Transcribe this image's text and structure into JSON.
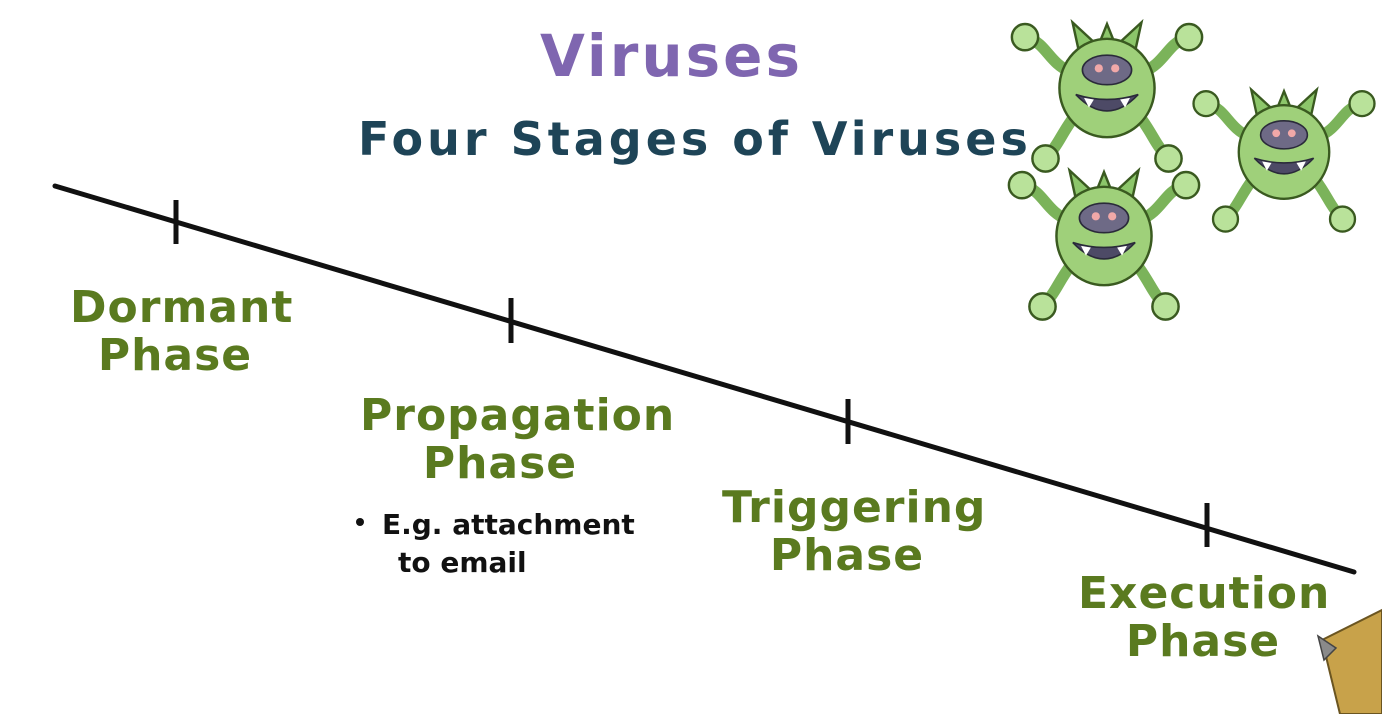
{
  "title": "Viruses",
  "subtitle": "Four Stages of Viruses",
  "phases": [
    {
      "line1": "Dormant",
      "line2": "Phase"
    },
    {
      "line1": "Propagation",
      "line2": "Phase"
    },
    {
      "line1": "Triggering",
      "line2": "Phase"
    },
    {
      "line1": "Execution",
      "line2": "Phase"
    }
  ],
  "note": {
    "line1": "E.g. attachment",
    "line2": "to email"
  },
  "colors": {
    "title": "#7f66b0",
    "subtitle": "#1e4457",
    "phase_text": "#5a7a1f",
    "virus_body": "#9fd07a",
    "timeline": "#111111"
  },
  "icons": [
    "virus-icon",
    "virus-icon",
    "virus-icon",
    "pen-tip-icon"
  ]
}
